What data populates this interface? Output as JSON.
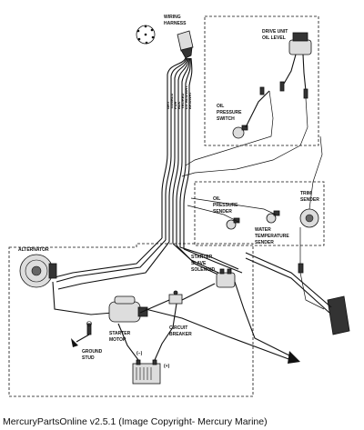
{
  "labels": {
    "wiring_harness": [
      "WIRING",
      "HARNESS"
    ],
    "drive_unit_oil_level": [
      "DRIVE UNIT",
      "OIL LEVEL"
    ],
    "oil_pressure_switch": [
      "OIL",
      "PRESSURE",
      "SWITCH"
    ],
    "oil_pressure_sender": [
      "OIL",
      "PRESSURE",
      "SENDER"
    ],
    "water_temperature_sender": [
      "WATER",
      "TEMPERATURE",
      "SENDER"
    ],
    "trim_sender": [
      "TRIM",
      "SENDER"
    ],
    "alternator": "ALTERNATOR",
    "starter_slave_solenoid": [
      "STARTER",
      "SLAVE",
      "SOLENOID"
    ],
    "starter_motor": [
      "STARTER",
      "MOTOR"
    ],
    "ground_stud": [
      "GROUND",
      "STUD"
    ],
    "circuit_breaker": [
      "CIRCUIT",
      "BREAKER"
    ],
    "battery_negative": "(−)",
    "battery_positive": "(+)"
  },
  "wire_colors": [
    "GRY",
    "TAN/BLU",
    "PUR",
    "BLK",
    "YEL/RED",
    "LIT BLU/WHT",
    "BRN/WHT"
  ],
  "caption": "MercuryPartsOnline v2.5.1 (Image Copyright- Mercury Marine)"
}
